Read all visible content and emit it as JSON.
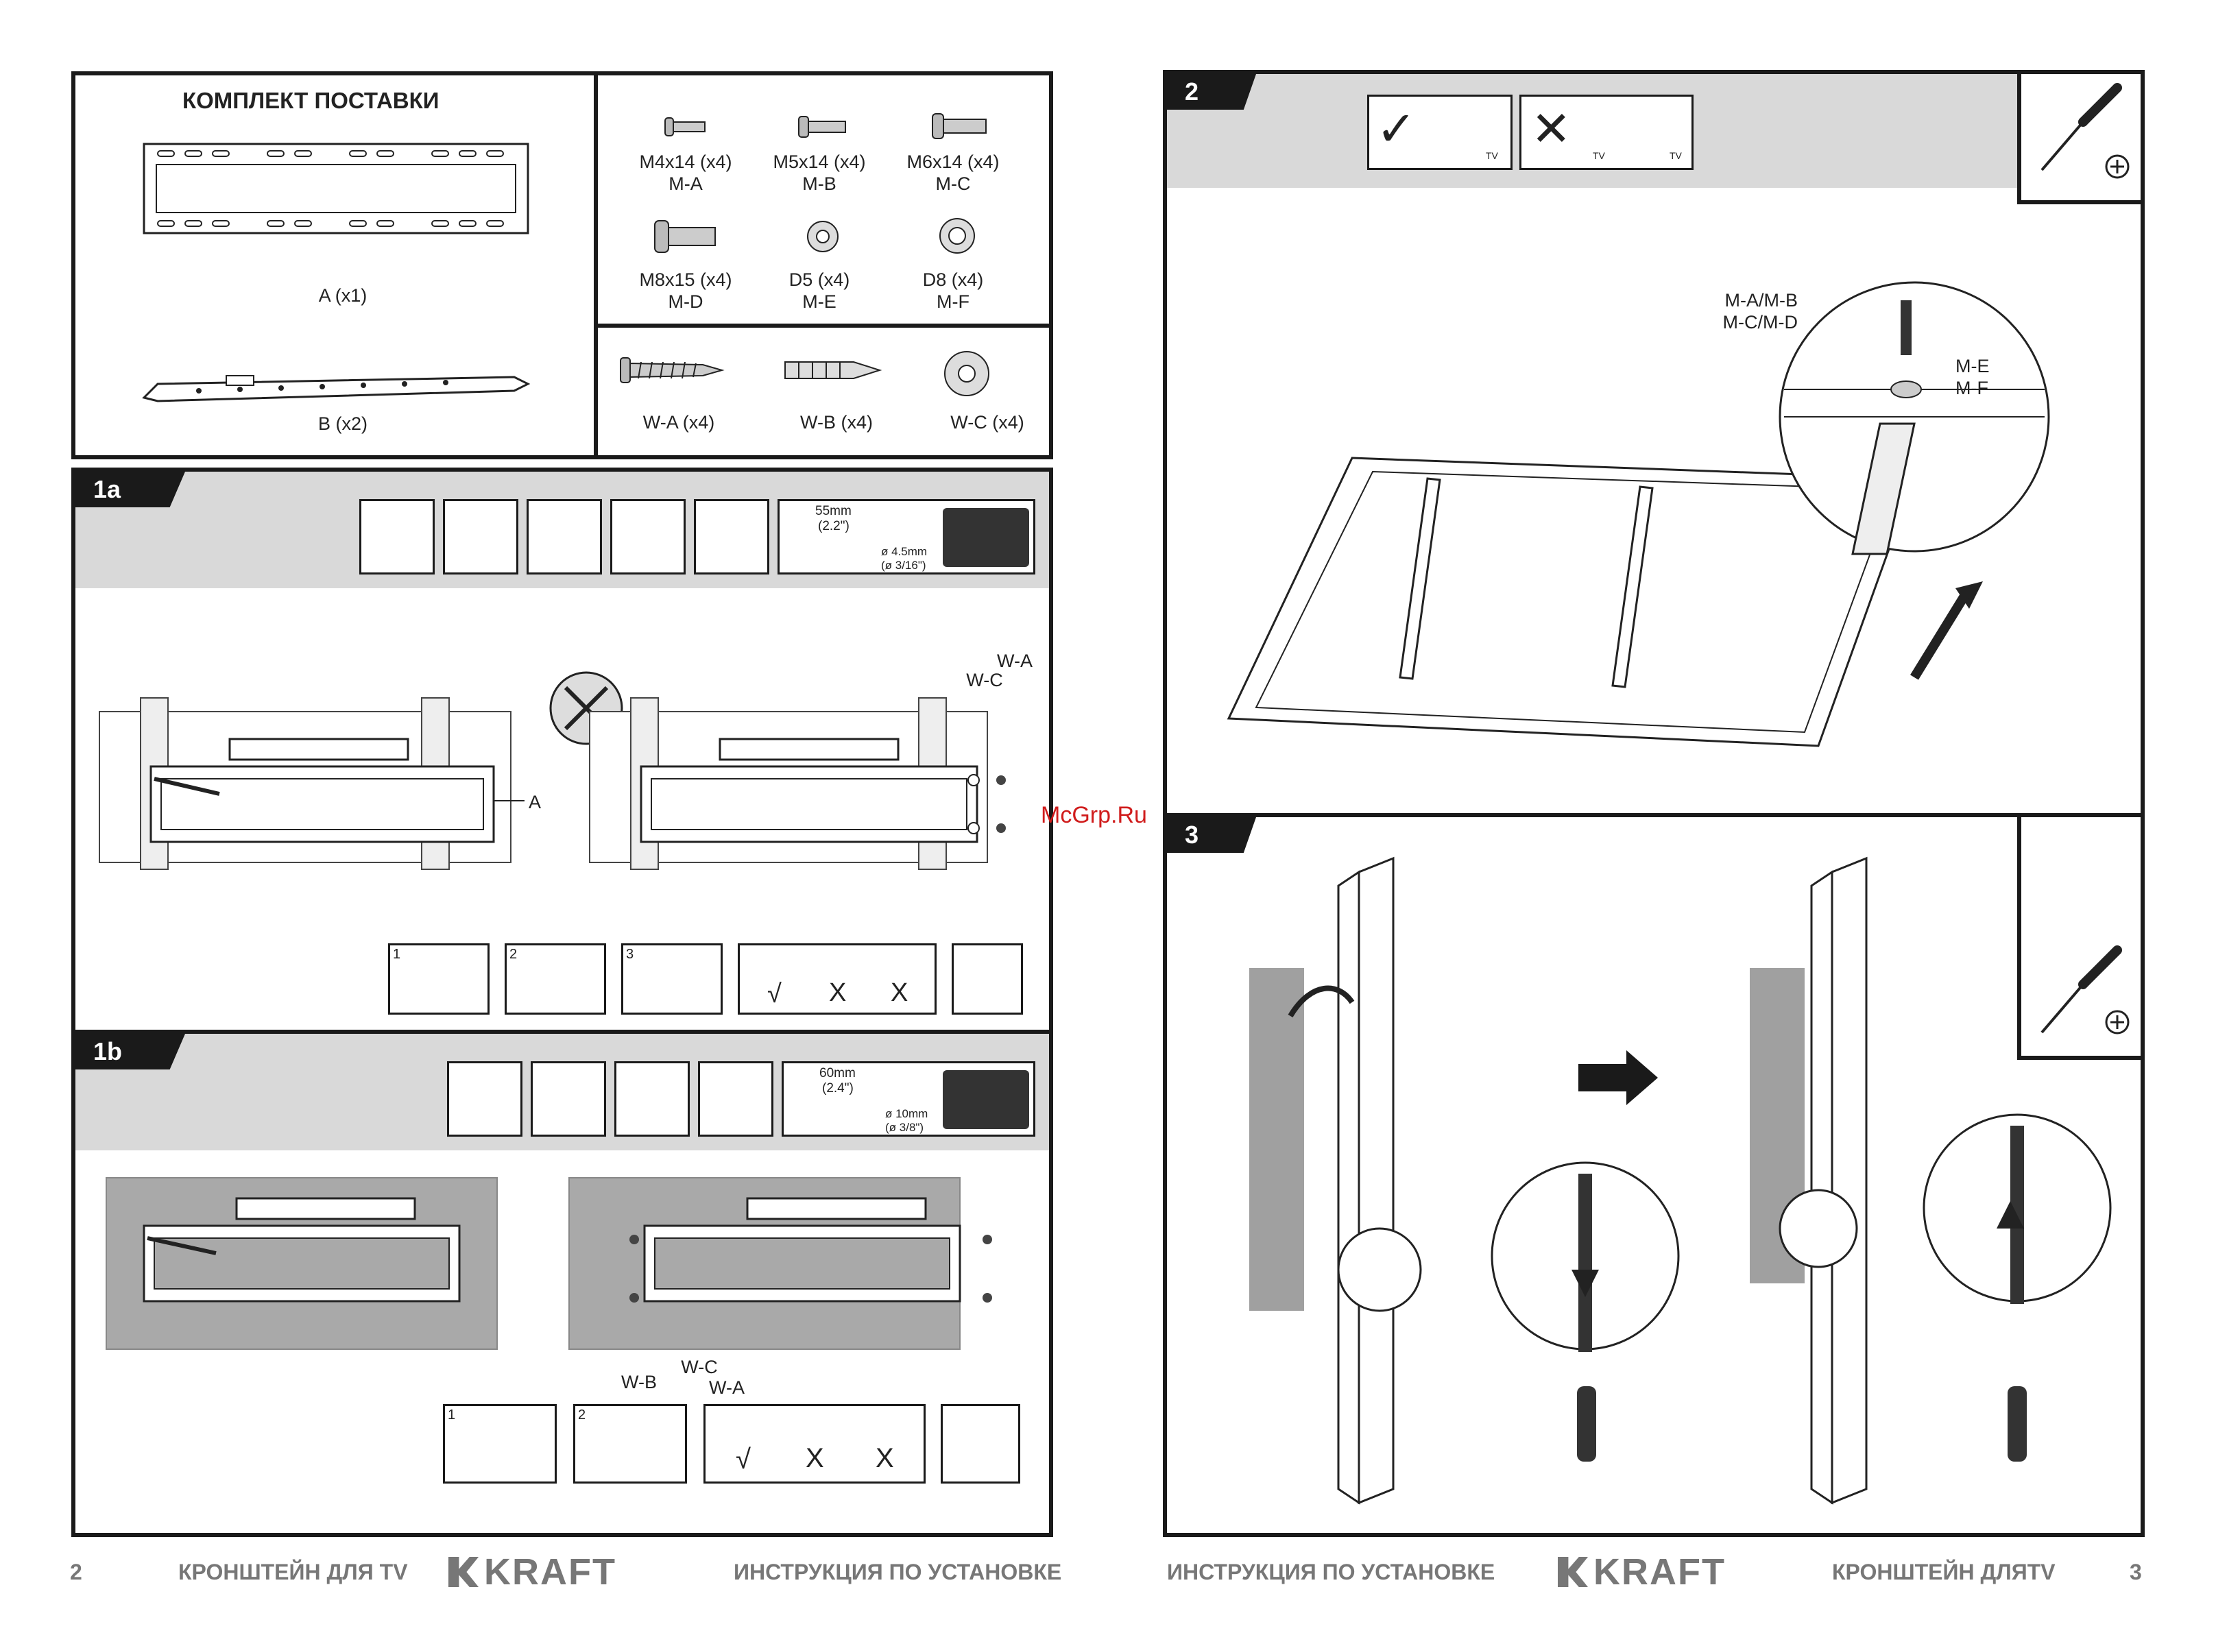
{
  "kit": {
    "title": "КОМПЛЕКТ ПОСТАВКИ",
    "part_a": "A (x1)",
    "part_b": "B (x2)",
    "screws": [
      {
        "label": "M4x14 (x4)\nM-A"
      },
      {
        "label": "M5x14 (x4)\nM-B"
      },
      {
        "label": "M6x14 (x4)\nM-C"
      },
      {
        "label": "M8x15 (x4)\nM-D"
      },
      {
        "label": "D5 (x4)\nM-E"
      },
      {
        "label": "D8 (x4)\nM-F"
      }
    ],
    "wall_parts": [
      {
        "label": "W-A (x4)"
      },
      {
        "label": "W-B (x4)"
      },
      {
        "label": "W-C (x4)"
      }
    ]
  },
  "step_1a": {
    "tab": "1a",
    "drill_depth": "55mm",
    "drill_depth_in": "(2.2\")",
    "drill_dia": "ø 4.5mm",
    "drill_dia_in": "(ø 3/16\")",
    "callout_a": "A",
    "callout_wc": "W-C",
    "callout_wa": "W-A",
    "substeps": [
      "1",
      "2",
      "3"
    ],
    "level_marks": [
      "√",
      "X",
      "X"
    ]
  },
  "step_1b": {
    "tab": "1b",
    "drill_depth": "60mm",
    "drill_depth_in": "(2.4\")",
    "drill_dia": "ø 10mm",
    "drill_dia_in": "(ø 3/8\")",
    "callout_wb": "W-B",
    "callout_wc": "W-C",
    "callout_wa": "W-A",
    "substeps": [
      "1",
      "2"
    ],
    "level_marks": [
      "√",
      "X",
      "X"
    ]
  },
  "step_2": {
    "tab": "2",
    "tv_label": "TV",
    "callout_screws": "M-A/M-B\nM-C/M-D",
    "callout_washers": "M-E\nM-F"
  },
  "step_3": {
    "tab": "3"
  },
  "watermark": "McGrp.Ru",
  "footer": {
    "page_left": "2",
    "page_right": "3",
    "product": "КРОНШТЕЙН ДЛЯ TV",
    "product_right": "КРОНШТЕЙН ДЛЯTV",
    "instruction": "ИНСТРУКЦИЯ ПО УСТАНОВКЕ",
    "brand": "KRAFT"
  }
}
